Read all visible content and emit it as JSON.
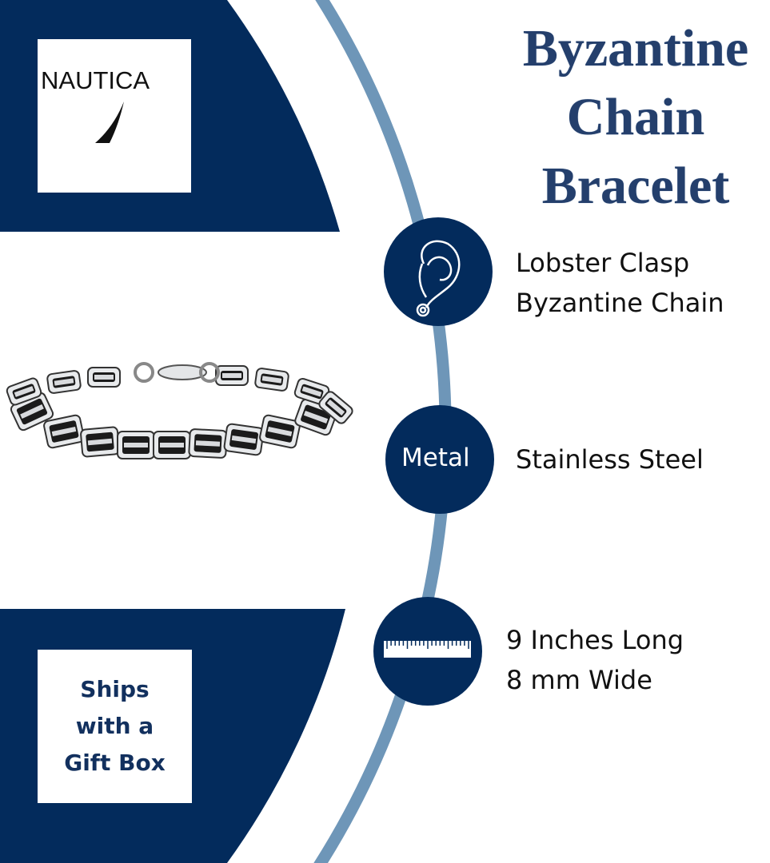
{
  "brand": {
    "logo_text": "NAUTICA"
  },
  "title": {
    "lines": [
      "Byzantine",
      "Chain",
      "Bracelet"
    ]
  },
  "features": [
    {
      "icon": "lobster-clasp-icon",
      "lines": [
        "Lobster Clasp",
        "Byzantine Chain"
      ]
    },
    {
      "icon_label": "Metal",
      "lines": [
        "Stainless Steel"
      ]
    },
    {
      "icon": "ruler-icon",
      "lines": [
        "9 Inches Long",
        "8 mm Wide"
      ]
    }
  ],
  "gift": {
    "lines": [
      "Ships",
      "with a",
      "Gift Box"
    ]
  },
  "colors": {
    "navy": "#032b5c",
    "arc": "#6e96b8",
    "title": "#243f6c"
  }
}
